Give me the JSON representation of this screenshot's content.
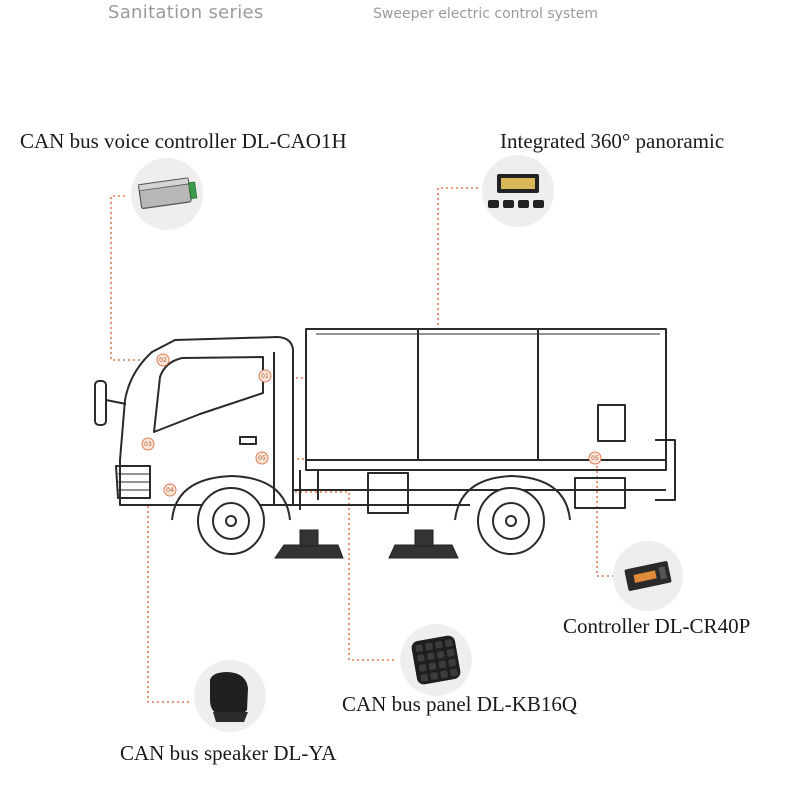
{
  "header": {
    "series": "Sanitation series",
    "system": "Sweeper electric control system"
  },
  "components": [
    {
      "id": "voice",
      "label": "CAN bus voice controller DL-CAO1H"
    },
    {
      "id": "panoramic",
      "label": "Integrated 360° panoramic"
    },
    {
      "id": "controller",
      "label": "Controller DL-CR40P"
    },
    {
      "id": "panel",
      "label": "CAN bus panel DL-KB16Q"
    },
    {
      "id": "speaker",
      "label": "CAN bus speaker DL-YA"
    }
  ],
  "markers": [
    "02",
    "01",
    "03",
    "05",
    "04",
    "05"
  ],
  "colors": {
    "leader": "#e07b52",
    "outline": "#2a2a2a",
    "bubble": "#eeeeee",
    "header_text": "#9a9a9a"
  }
}
